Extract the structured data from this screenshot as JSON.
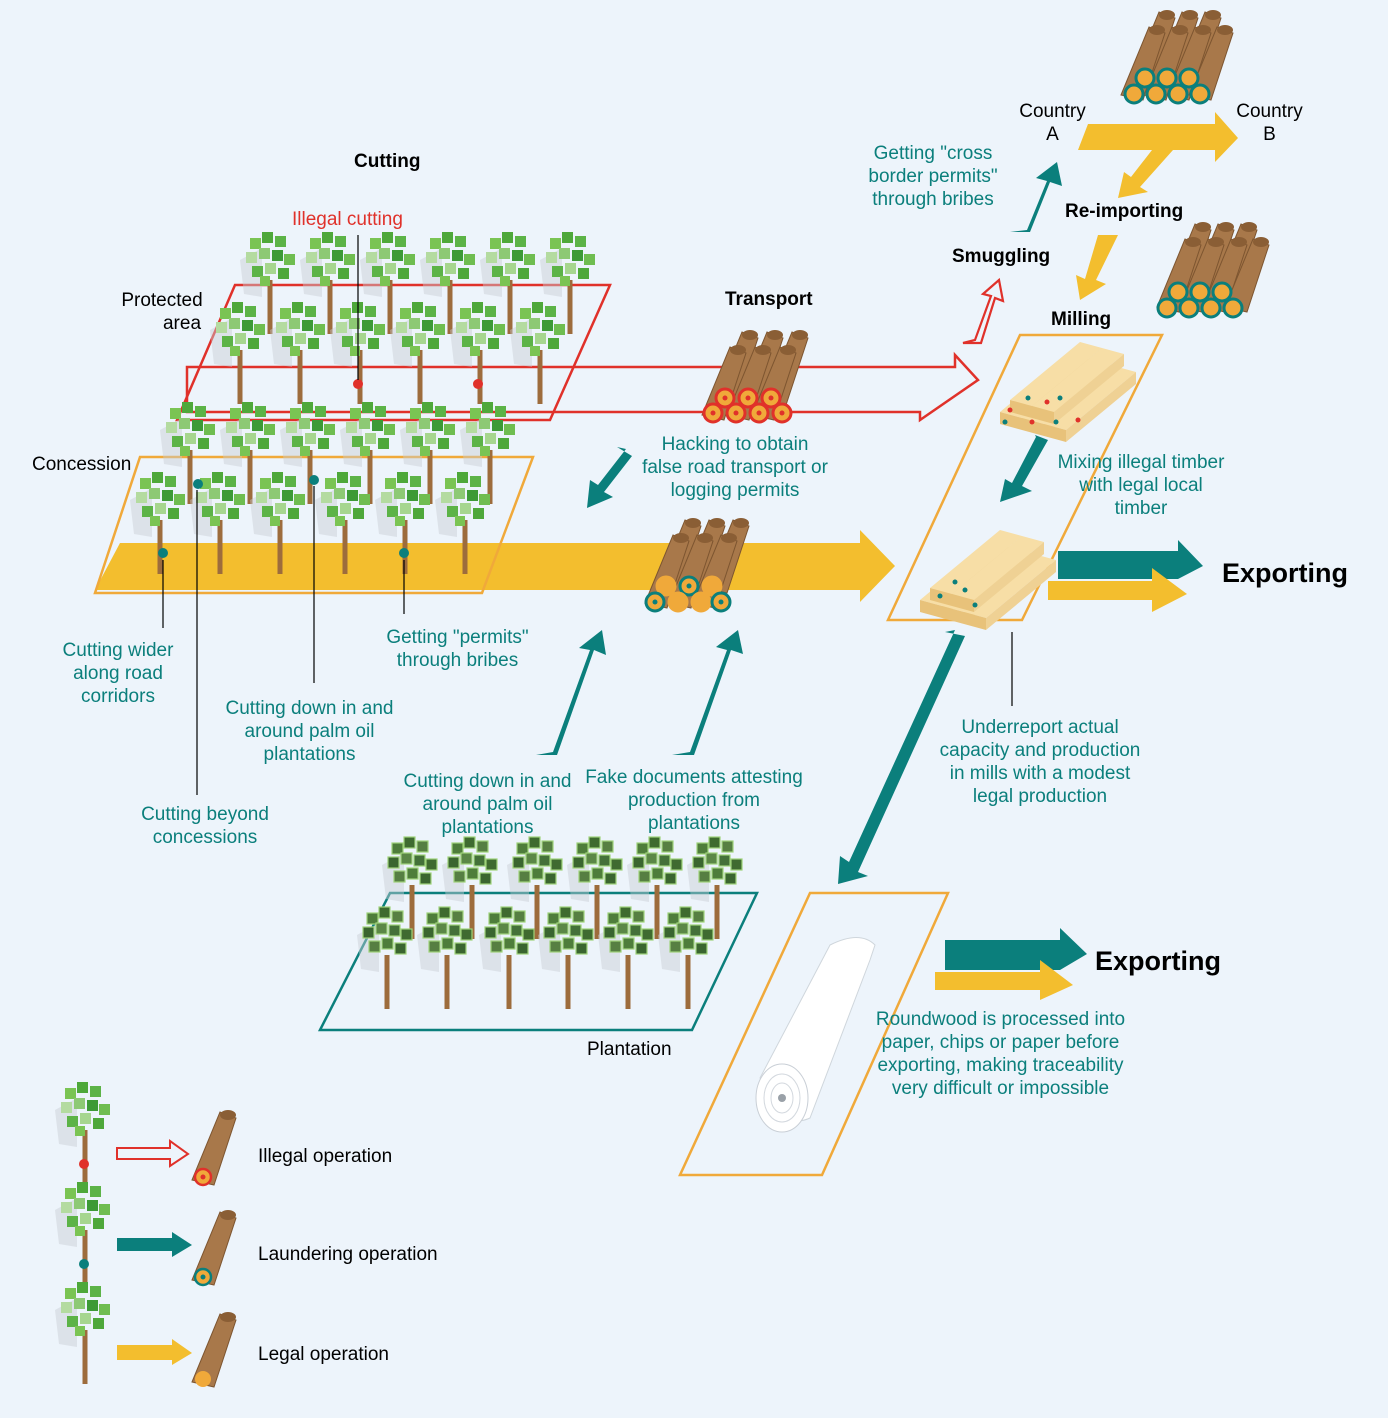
{
  "stages": {
    "cutting": "Cutting",
    "transport": "Transport",
    "milling": "Milling",
    "smuggling": "Smuggling",
    "reimporting": "Re-importing",
    "exporting_timber": "Exporting",
    "exporting_paper": "Exporting"
  },
  "areas": {
    "protected": [
      "Protected",
      "area"
    ],
    "concession": "Concession",
    "plantation": "Plantation",
    "country_a": [
      "Country",
      "A"
    ],
    "country_b": [
      "Country",
      "B"
    ]
  },
  "annotations": {
    "illegal_cutting": "Illegal cutting",
    "cutting_wider": [
      "Cutting wider",
      "along road",
      "corridors"
    ],
    "cutting_beyond": [
      "Cutting beyond",
      "concessions"
    ],
    "cutting_palm_concession": [
      "Cutting down in and",
      "around  palm oil",
      "plantations"
    ],
    "permits_bribes": [
      "Getting \"permits\"",
      "through bribes"
    ],
    "hacking": [
      "Hacking to obtain",
      "false road transport or",
      "logging permits"
    ],
    "cutting_palm_plantation": [
      "Cutting down in and",
      "around  palm oil",
      "plantations"
    ],
    "fake_documents": [
      "Fake documents attesting",
      "production from",
      "plantations"
    ],
    "cross_border": [
      "Getting \"cross",
      "border permits\"",
      "through bribes"
    ],
    "mixing": [
      "Mixing illegal timber",
      "with legal local",
      "timber"
    ],
    "underreport": [
      "Underreport actual",
      "capacity and production",
      "in mills with a modest",
      "legal production"
    ],
    "roundwood": [
      "Roundwood is processed into",
      "paper, chips or paper before",
      "exporting, making traceability",
      "very difficult or impossible"
    ]
  },
  "legend": {
    "illegal": "Illegal operation",
    "laundering": "Laundering operation",
    "legal": "Legal operation"
  },
  "colors": {
    "background": "#edf4fb",
    "illegal": "#e0312a",
    "laundering": "#0b7f7c",
    "legal": "#f3be2e",
    "wood": "#a8784a",
    "leaf": "#5cb347",
    "lumber": "#f7dea6",
    "frame_orange": "#f0a93a"
  }
}
